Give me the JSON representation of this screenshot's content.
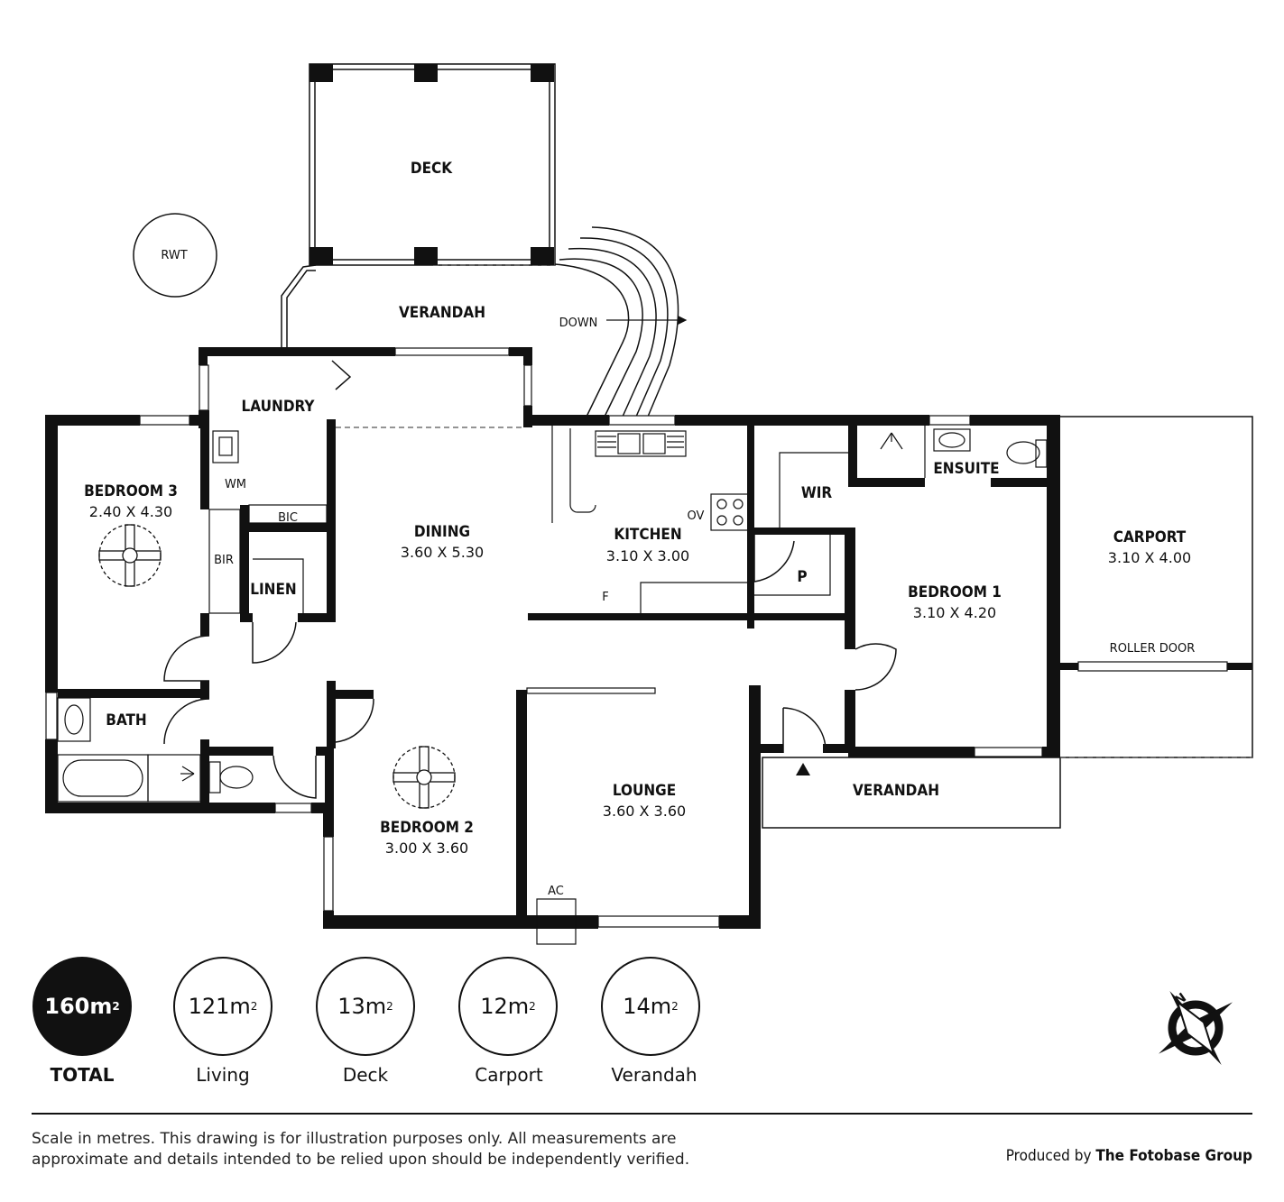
{
  "rooms": {
    "deck": {
      "name": "DECK"
    },
    "verandah_top": {
      "name": "VERANDAH",
      "note": "DOWN"
    },
    "rwt": {
      "name": "RWT"
    },
    "laundry": {
      "name": "LAUNDRY",
      "wm": "WM",
      "bic": "BIC"
    },
    "bedroom3": {
      "name": "BEDROOM 3",
      "dim": "2.40 X 4.30",
      "bir": "BIR"
    },
    "linen": {
      "name": "LINEN"
    },
    "dining": {
      "name": "DINING",
      "dim": "3.60 X 5.30"
    },
    "kitchen": {
      "name": "KITCHEN",
      "dim": "3.10 X 3.00",
      "ov": "OV",
      "f": "F",
      "p": "P"
    },
    "wir": {
      "name": "WIR"
    },
    "ensuite": {
      "name": "ENSUITE"
    },
    "bedroom1": {
      "name": "BEDROOM 1",
      "dim": "3.10 X 4.20"
    },
    "carport": {
      "name": "CARPORT",
      "dim": "3.10 X 4.00",
      "door": "ROLLER DOOR"
    },
    "bath": {
      "name": "BATH"
    },
    "bedroom2": {
      "name": "BEDROOM 2",
      "dim": "3.00 X 3.60"
    },
    "lounge": {
      "name": "LOUNGE",
      "dim": "3.60 X 3.60",
      "ac": "AC"
    },
    "verandah_front": {
      "name": "VERANDAH"
    }
  },
  "areas": [
    {
      "value": "160m",
      "sup": "2",
      "label": "TOTAL"
    },
    {
      "value": "121m",
      "sup": "2",
      "label": "Living"
    },
    {
      "value": "13m",
      "sup": "2",
      "label": "Deck"
    },
    {
      "value": "12m",
      "sup": "2",
      "label": "Carport"
    },
    {
      "value": "14m",
      "sup": "2",
      "label": "Verandah"
    }
  ],
  "footer": {
    "disclaimer": "Scale in metres. This drawing is for illustration purposes only. All measurements are approximate and details intended to be relied upon should be independently verified.",
    "produced_by": "Produced by",
    "brand": "The Fotobase Group"
  },
  "compass": {
    "letter": "N"
  }
}
